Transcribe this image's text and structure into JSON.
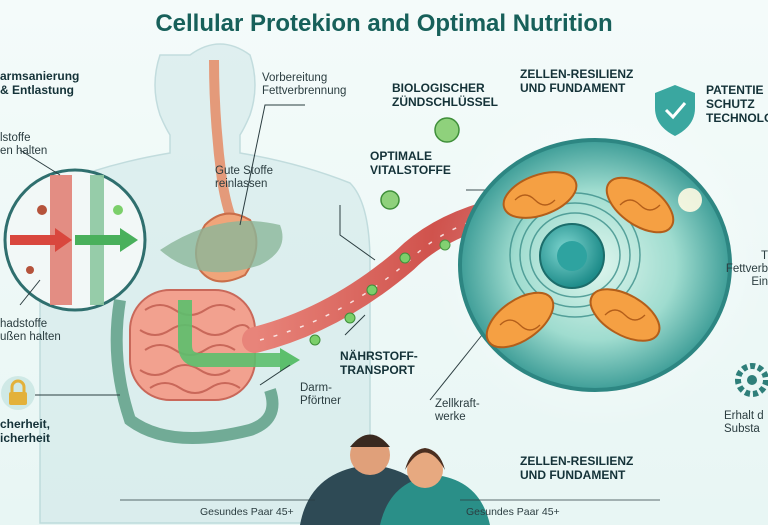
{
  "title": "Cellular Protekion and Optimal Nutrition",
  "labels": {
    "gut_header": "armsanierung\n& Entlastung",
    "good_keep": "lstoffe\nen halten",
    "bad_out": "hadstoffe\nußen halten",
    "security": "cherheit,\nicherheit",
    "prep_fat": "Vorbereitung\nFettverbrennung",
    "good_in": "Gute Stoffe\nreinlassen",
    "optimal_vital": "OPTIMALE\nVITALSTOFFE",
    "bio_key": "BIOLOGISCHER\nZÜNDSCHLÜSSEL",
    "resilience_top": "ZELLEN-RESILIENZ\nUND FUNDAMENT",
    "patent": "PATENTIE\nSCHUTZ\nTECHNOLO",
    "fat_right": "T\nFettverb\nEin",
    "nutrient_transport": "NÄHRSTOFF-\nTRANSPORT",
    "pylorus": "Darm-\nPförtner",
    "powerplants": "Zellkraft-\nwerke",
    "resilience_bottom": "ZELLEN-RESILIENZ\nUND FUNDAMENT",
    "substance": "Erhalt d\nSubsta",
    "couple_left": "Gesundes Paar 45+",
    "couple_right": "Gesundes Paar 45+"
  },
  "colors": {
    "title": "#17605a",
    "teal": "#2aa7a0",
    "mito": "#f29a3a",
    "vessel": "#d9534f",
    "green": "#4caf50"
  }
}
